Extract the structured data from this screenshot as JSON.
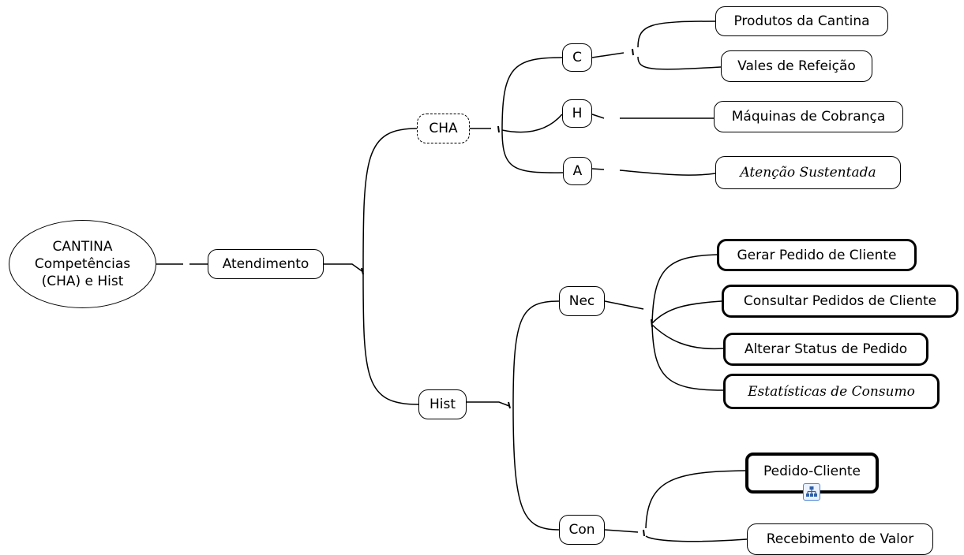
{
  "root": {
    "line1": "CANTINA",
    "line2": "Competências",
    "line3": "(CHA) e Hist"
  },
  "level1": {
    "label": "Atendimento"
  },
  "cha": {
    "label": "CHA",
    "c": {
      "label": "C",
      "items": [
        "Produtos da Cantina",
        "Vales de Refeição"
      ]
    },
    "h": {
      "label": "H",
      "items": [
        "Máquinas de Cobrança"
      ]
    },
    "a": {
      "label": "A",
      "items": [
        "Atenção Sustentada"
      ]
    }
  },
  "hist": {
    "label": "Hist",
    "nec": {
      "label": "Nec",
      "items": [
        "Gerar Pedido de Cliente",
        "Consultar Pedidos de Cliente",
        "Alterar Status de Pedido",
        "Estatísticas de Consumo"
      ]
    },
    "con": {
      "label": "Con",
      "items": [
        "Pedido-Cliente",
        "Recebimento de Valor"
      ]
    }
  },
  "icons": {
    "hierarchy_badge": "hierarchy-icon"
  },
  "colors": {
    "line": "#000000",
    "badge_border": "#4a84d6"
  }
}
